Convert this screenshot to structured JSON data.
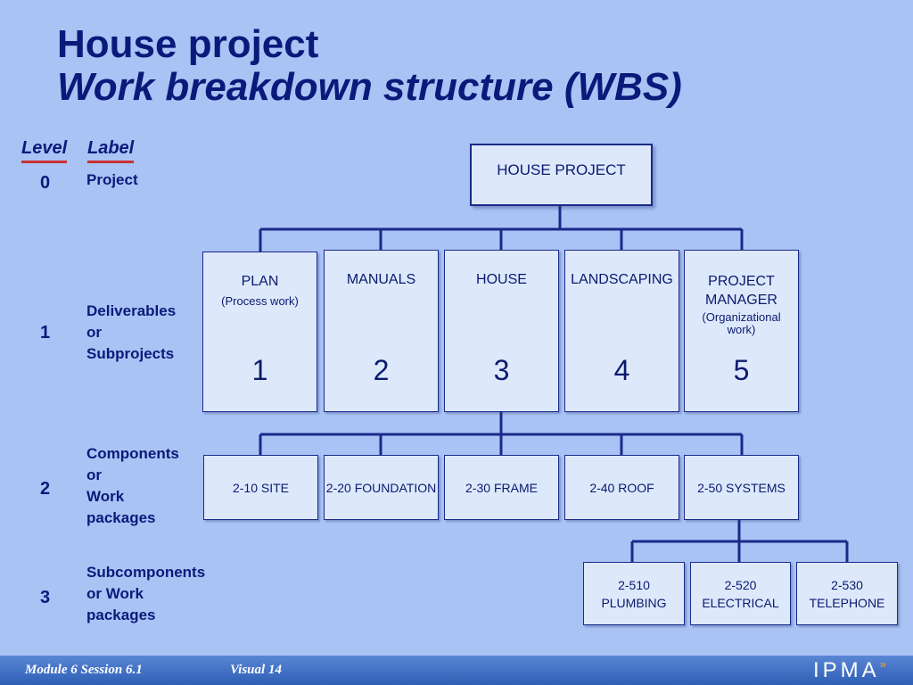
{
  "title": {
    "line1": "House project",
    "line2": "Work breakdown structure (WBS)"
  },
  "headers": {
    "level": "Level",
    "label": "Label"
  },
  "levels": [
    {
      "num": "0",
      "label": "Project"
    },
    {
      "num": "1",
      "label": "Deliverables\nor\nSubprojects"
    },
    {
      "num": "2",
      "label": "Components\nor\nWork\npackages"
    },
    {
      "num": "3",
      "label": "Subcomponents\nor  Work\npackages"
    }
  ],
  "root": "HOUSE PROJECT",
  "deliverables": [
    {
      "name": "PLAN",
      "sub": "(Process work)",
      "num": "1"
    },
    {
      "name": "MANUALS",
      "sub": "",
      "num": "2"
    },
    {
      "name": "HOUSE",
      "sub": "",
      "num": "3"
    },
    {
      "name": "LANDSCAPING",
      "sub": "",
      "num": "4"
    },
    {
      "name": "PROJECT MANAGER",
      "sub": "(Organizational work)",
      "num": "5"
    }
  ],
  "work_packages": [
    "2-10 SITE",
    "2-20 FOUNDATION",
    "2-30 FRAME",
    "2-40 ROOF",
    "2-50 SYSTEMS"
  ],
  "subcomponents": [
    "2-510 PLUMBING",
    "2-520 ELECTRICAL",
    "2-530 TELEPHONE"
  ],
  "footer": {
    "module": "Module 6  Session 6.1",
    "visual": "Visual 14",
    "logo": "IPMA",
    "logo_mark": "»"
  },
  "colors": {
    "background": "#a9c3f5",
    "box_fill": "#dde8fb",
    "line": "#1a2a8a",
    "title": "#0a1a7a",
    "underline": "#c83232"
  }
}
